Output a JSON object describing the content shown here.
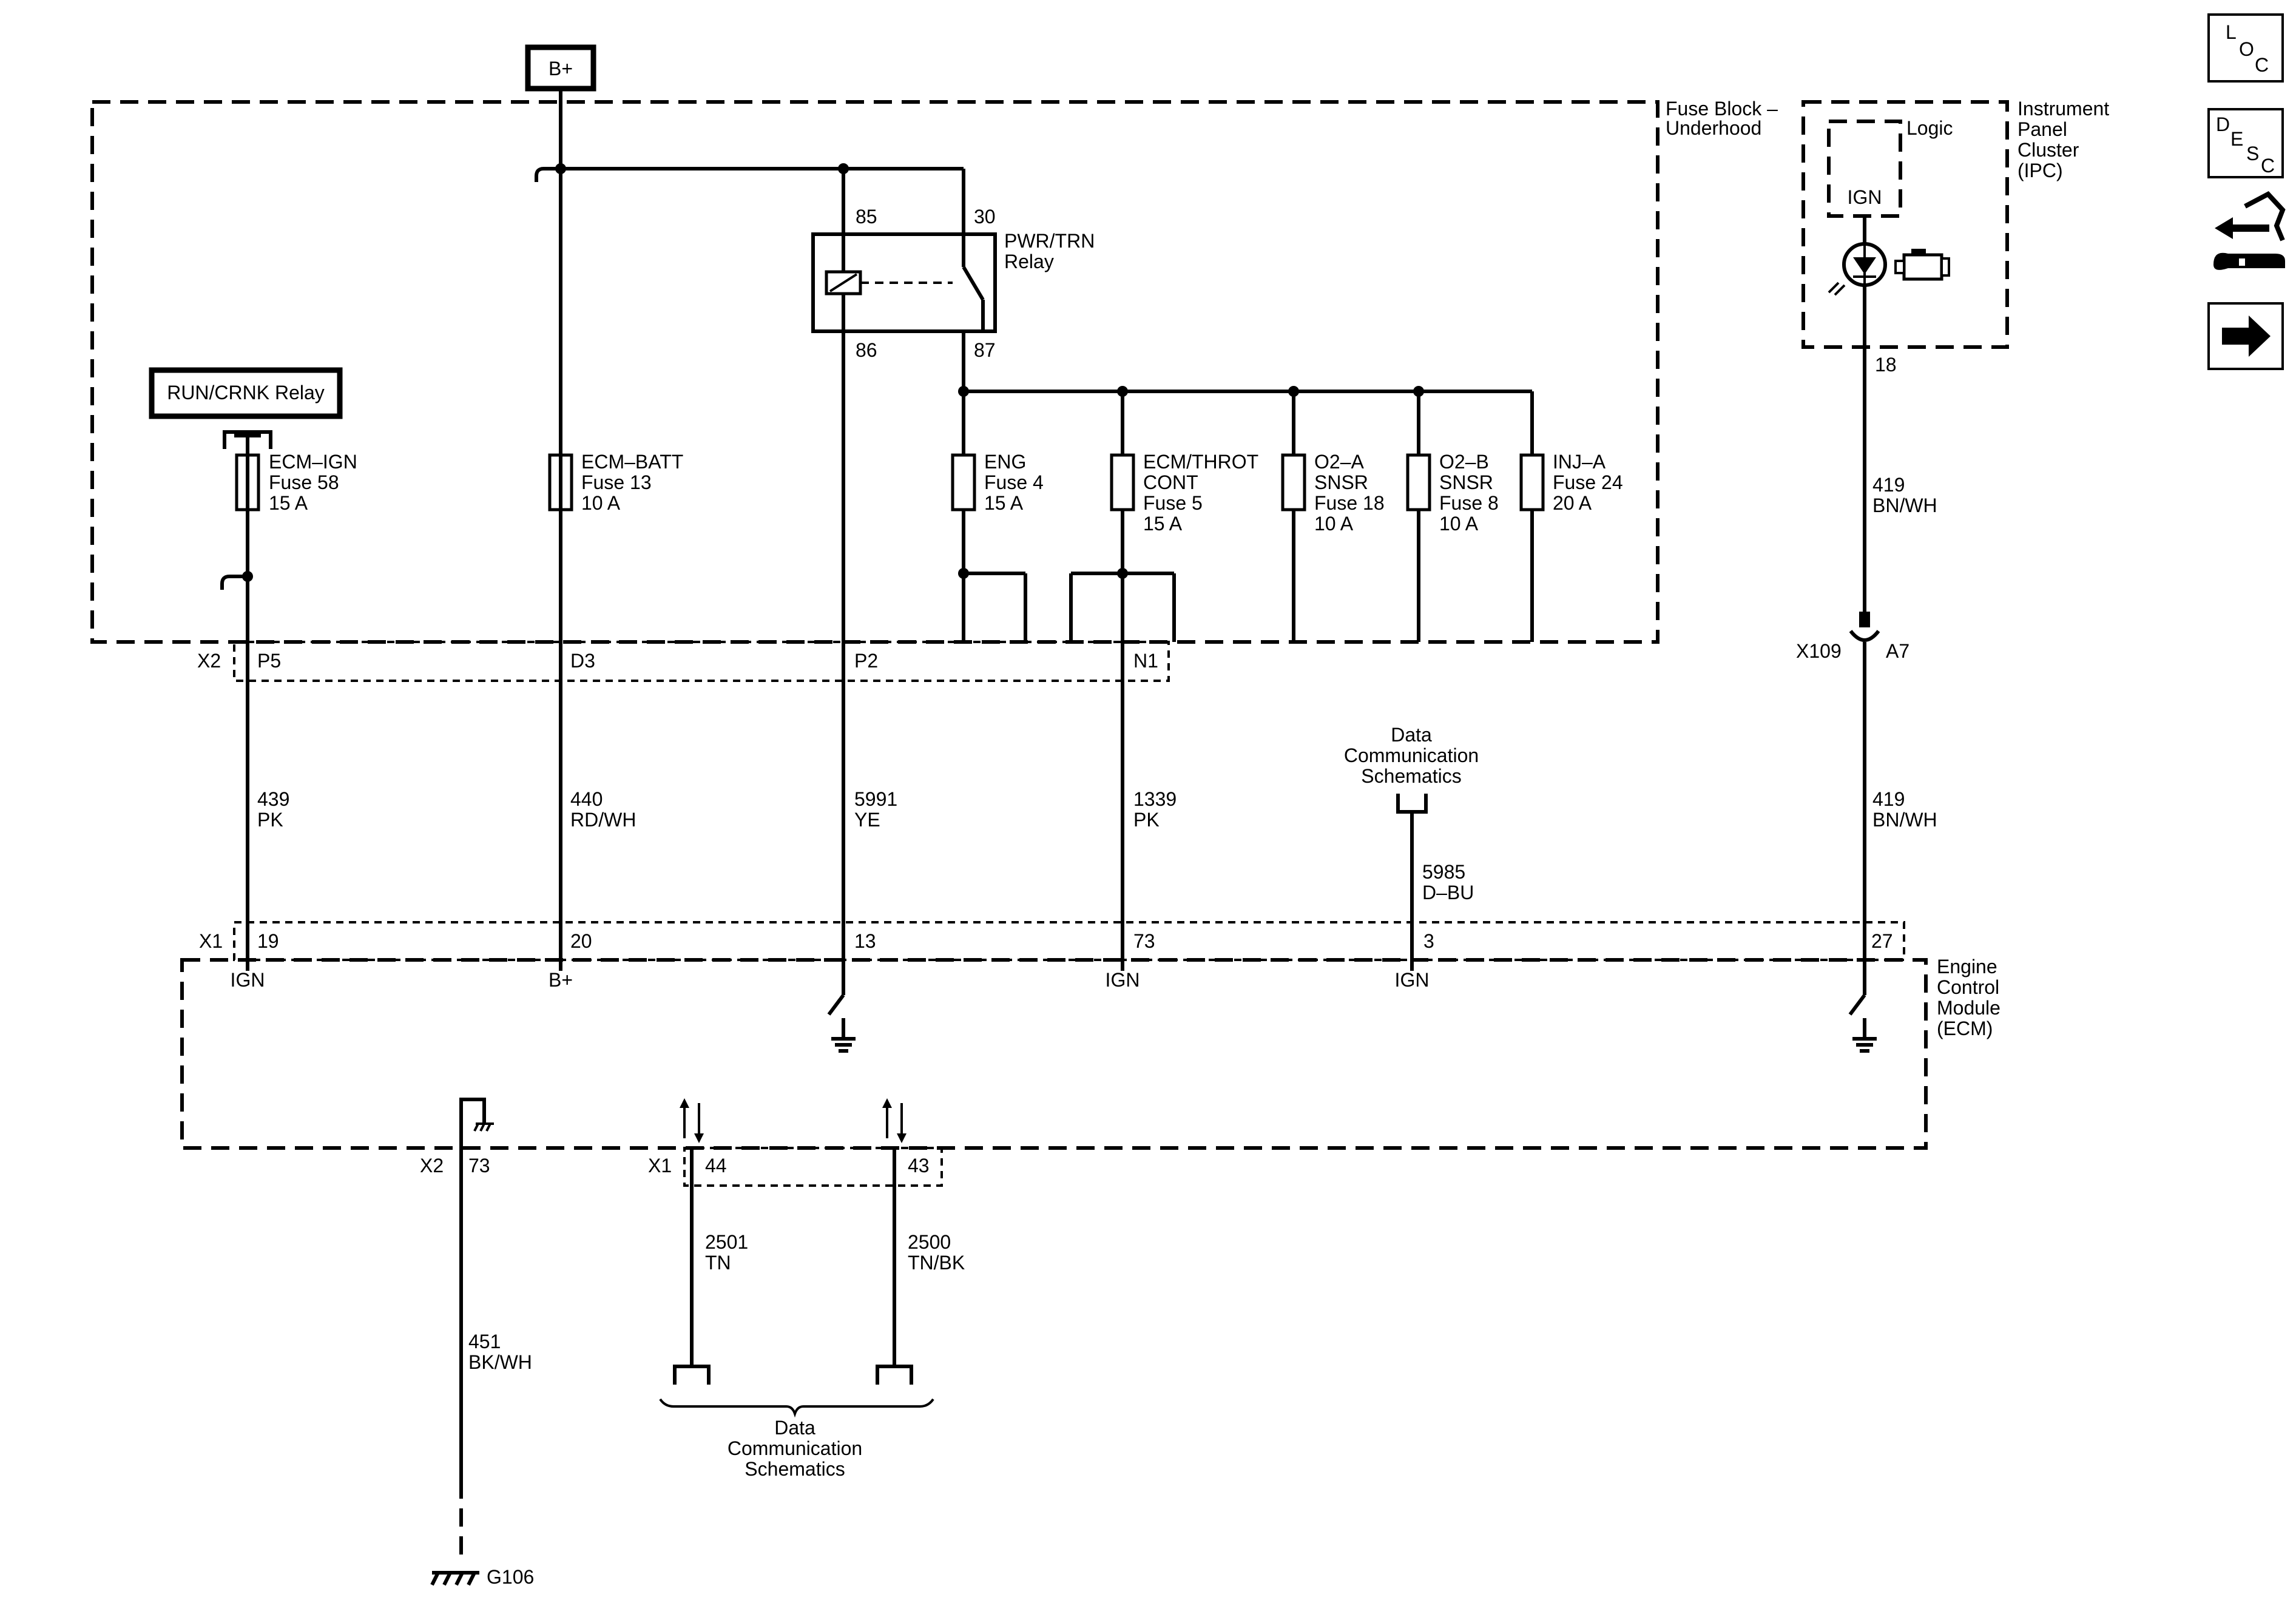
{
  "power": {
    "bplus_label": "B+"
  },
  "fuse_block": {
    "title_line1": "Fuse Block –",
    "title_line2": "Underhood"
  },
  "run_crnk_relay": {
    "label": "RUN/CRNK Relay"
  },
  "pwr_trn_relay": {
    "title_line1": "PWR/TRN",
    "title_line2": "Relay",
    "pin_85": "85",
    "pin_30": "30",
    "pin_86": "86",
    "pin_87": "87"
  },
  "fuses": [
    {
      "lines": [
        "ECM–IGN",
        "Fuse 58",
        "15 A"
      ]
    },
    {
      "lines": [
        "ECM–BATT",
        "Fuse 13",
        "10 A"
      ]
    },
    {
      "lines": [
        "ENG",
        "Fuse 4",
        "15 A"
      ]
    },
    {
      "lines": [
        "ECM/THROT",
        "CONT",
        "Fuse 5",
        "15 A"
      ]
    },
    {
      "lines": [
        "O2–A",
        "SNSR",
        "Fuse 18",
        "10 A"
      ]
    },
    {
      "lines": [
        "O2–B",
        "SNSR",
        "Fuse 8",
        "10 A"
      ]
    },
    {
      "lines": [
        "INJ–A",
        "Fuse 24",
        "20 A"
      ]
    }
  ],
  "fuse_block_connector": {
    "name": "X2",
    "pins": [
      "P5",
      "D3",
      "P2",
      "N1"
    ]
  },
  "wires": [
    {
      "circuit": "439",
      "color": "PK"
    },
    {
      "circuit": "440",
      "color": "RD/WH"
    },
    {
      "circuit": "5991",
      "color": "YE"
    },
    {
      "circuit": "1339",
      "color": "PK"
    },
    {
      "circuit": "5985",
      "color": "D–BU"
    },
    {
      "circuit": "419",
      "color": "BN/WH"
    },
    {
      "circuit": "419",
      "color": "BN/WH"
    },
    {
      "circuit": "451",
      "color": "BK/WH"
    },
    {
      "circuit": "2501",
      "color": "TN"
    },
    {
      "circuit": "2500",
      "color": "TN/BK"
    }
  ],
  "ecm": {
    "title_lines": [
      "Engine",
      "Control",
      "Module",
      "(ECM)"
    ],
    "connector_x1": "X1",
    "pins_x1": [
      "19",
      "20",
      "13",
      "73",
      "3",
      "27"
    ],
    "pin_functions": [
      "IGN",
      "B+",
      "IGN",
      "IGN"
    ],
    "connector_x2_bottom": "X2",
    "pin_73": "73",
    "connector_x1_bottom": "X1",
    "pin_44": "44",
    "pin_43": "43"
  },
  "ipc": {
    "title_lines": [
      "Instrument",
      "Panel",
      "Cluster",
      "(IPC)"
    ],
    "logic_label": "Logic",
    "ign_label": "IGN",
    "pin_18": "18"
  },
  "inline_connector": {
    "name": "X109",
    "pin": "A7"
  },
  "data_comm_top": {
    "lines": [
      "Data",
      "Communication",
      "Schematics"
    ]
  },
  "data_comm_bottom": {
    "lines": [
      "Data",
      "Communication",
      "Schematics"
    ]
  },
  "ground": {
    "label": "G106"
  },
  "nav_icons": [
    {
      "name": "location-icon",
      "letters": [
        "L",
        "O",
        "C"
      ]
    },
    {
      "name": "description-icon",
      "letters": [
        "D",
        "E",
        "S",
        "C"
      ]
    },
    {
      "name": "repair-connector-icon"
    },
    {
      "name": "next-arrow-icon"
    }
  ]
}
